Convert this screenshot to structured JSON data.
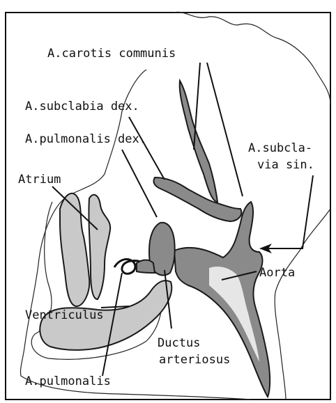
{
  "labels": {
    "carotis": "A.carotis communis",
    "subclavia_dex": "A.subclabia dex.",
    "pulmonalis_dex": "A.pulmonalis dex.",
    "subclavia_sin_1": "A.subcla-",
    "subclavia_sin_2": "via sin.",
    "atrium": "Atrium",
    "aorta": "Aorta",
    "ventriculus": "Ventriculus",
    "ductus_1": "Ductus",
    "ductus_2": "arteriosus",
    "pulmonalis": "A.pulmonalis"
  }
}
